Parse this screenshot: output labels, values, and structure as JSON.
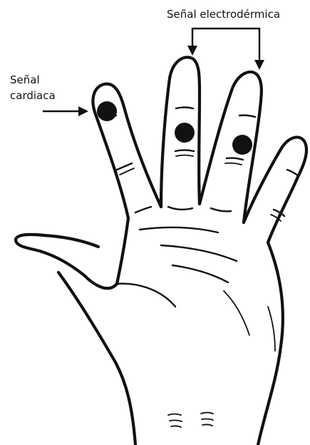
{
  "labels": {
    "electrodermal": "Señal electrodérmica",
    "cardiac_line1": "Señal",
    "cardiac_line2": "cardiaca"
  },
  "colors": {
    "ink": "#111111",
    "background": "#ffffff"
  },
  "icons": {
    "hand": "hand-illustration",
    "electrode": "filled-circle"
  }
}
